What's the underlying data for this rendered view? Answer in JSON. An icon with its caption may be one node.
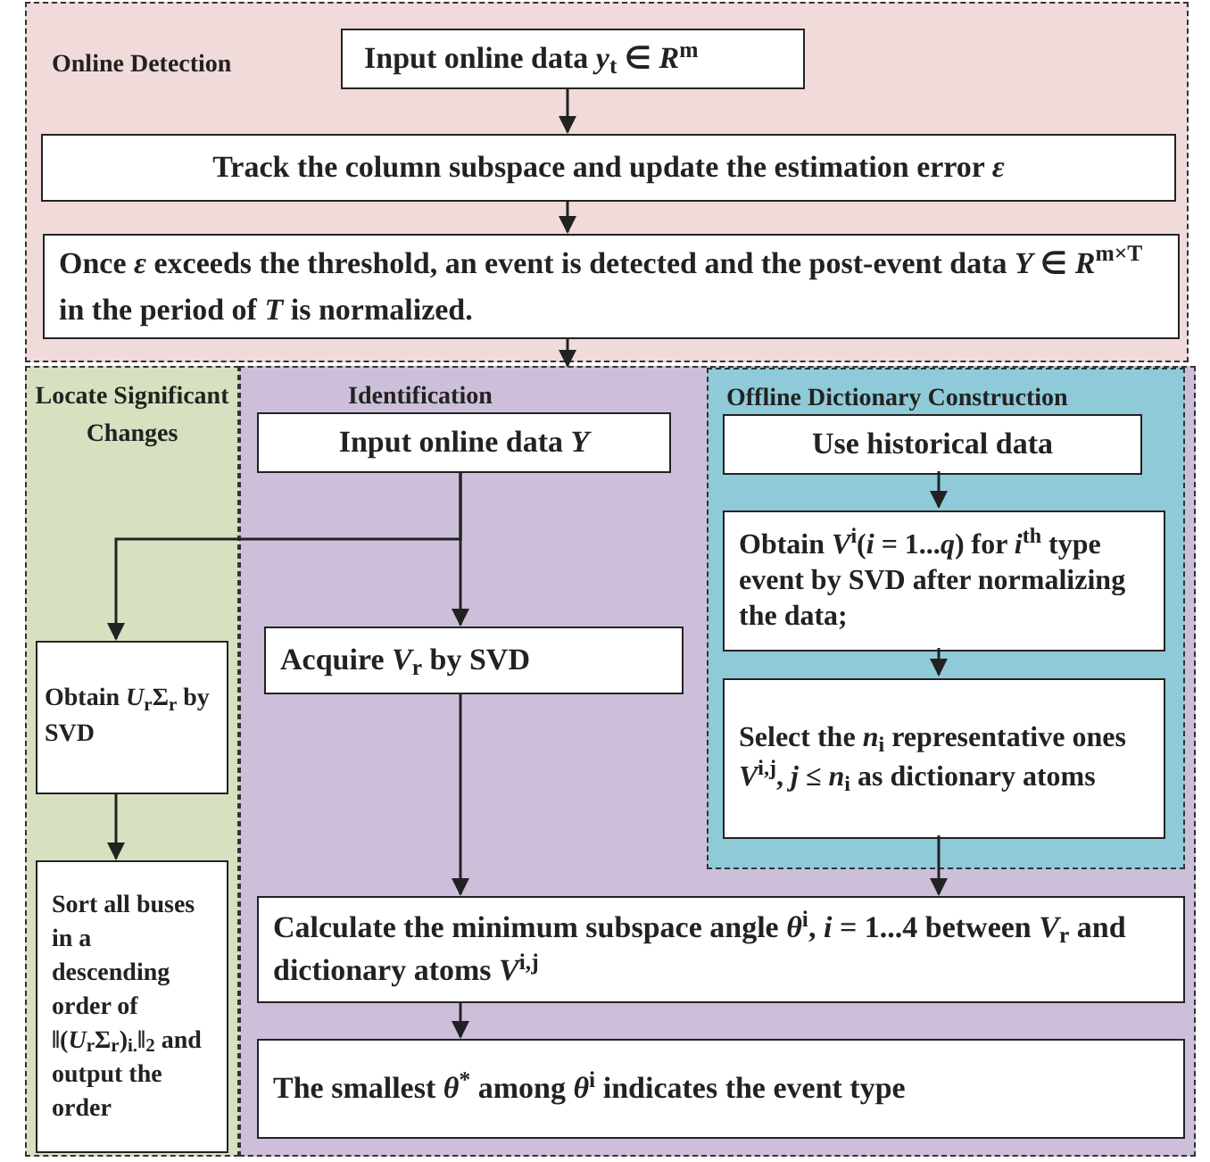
{
  "diagram": {
    "nodes": [
      {
        "text": [
          "Online Detection"
        ]
      },
      {
        "text": [
          "Input online data *y*$_{t}$ ∈ *R*$^{m}$"
        ],
        "in": 0
      },
      {
        "text": [
          "Track the column subspace and update the estimation error *ε*"
        ],
        "in": 0
      },
      {
        "text": [
          "Once *ε* exceeds the threshold, an event is detected and the post-event data *Y* ∈ *R*$^{m×T}$ in the period of *T* is normalized."
        ],
        "in": 0
      },
      {
        "text": [
          "Locate Significant Changes"
        ]
      },
      {
        "text": [
          "Identification"
        ]
      },
      {
        "text": [
          "Input online data *Y*"
        ],
        "in": 5
      },
      {
        "text": [
          "Offline Dictionary Construction"
        ],
        "in": 5
      },
      {
        "text": [
          "Use historical data"
        ],
        "in": 7
      },
      {
        "text": [
          "Obtain *V*$^{i}$(*i* = 1...*q*) for *i*$^{th}$ type event by SVD after normalizing the data;"
        ],
        "in": 7
      },
      {
        "text": [
          "Select the *n*$_{i}$ representative ones *V*$^{i,j}$, *j* ≤ *n*$_{i}$ as dictionary atoms"
        ],
        "in": 7
      },
      {
        "text": [
          "Acquire *V*$_{r}$ by SVD"
        ],
        "in": 5
      },
      {
        "text": [
          "Obtain *U*$_{r}$Σ$_{r}$ by SVD"
        ],
        "in": 4
      },
      {
        "text": [
          "Sort all buses in a descending order of ‖(*U*$_{r}$Σ$_{r}$)$_{i.}$‖$_{2}$ and output the order"
        ],
        "in": 4
      },
      {
        "text": [
          "Calculate the minimum subspace angle *θ*$^{i}$, *i* = 1...4 between *V*$_{r}$ and dictionary atoms *V*$^{i,j}$"
        ],
        "in": 5
      },
      {
        "text": [
          "The smallest *θ*$^{*}$ among *θ*$^{i}$ indicates the event type"
        ],
        "in": 5
      }
    ],
    "edges": [
      {
        "from": 1,
        "to": 2,
        "arrow": "to"
      },
      {
        "from": 2,
        "to": 3,
        "arrow": "to"
      },
      {
        "from": 3,
        "to": 5,
        "arrow": "to"
      },
      {
        "from": 6,
        "to": 11,
        "arrow": "to"
      },
      {
        "from": 6,
        "to": 12,
        "arrow": "to"
      },
      {
        "from": 12,
        "to": 13,
        "arrow": "to"
      },
      {
        "from": 8,
        "to": 9,
        "arrow": "to"
      },
      {
        "from": 9,
        "to": 10,
        "arrow": "to"
      },
      {
        "from": 11,
        "to": 14,
        "arrow": "to"
      },
      {
        "from": 10,
        "to": 14,
        "arrow": "to"
      },
      {
        "from": 14,
        "to": 15,
        "arrow": "to"
      }
    ]
  }
}
